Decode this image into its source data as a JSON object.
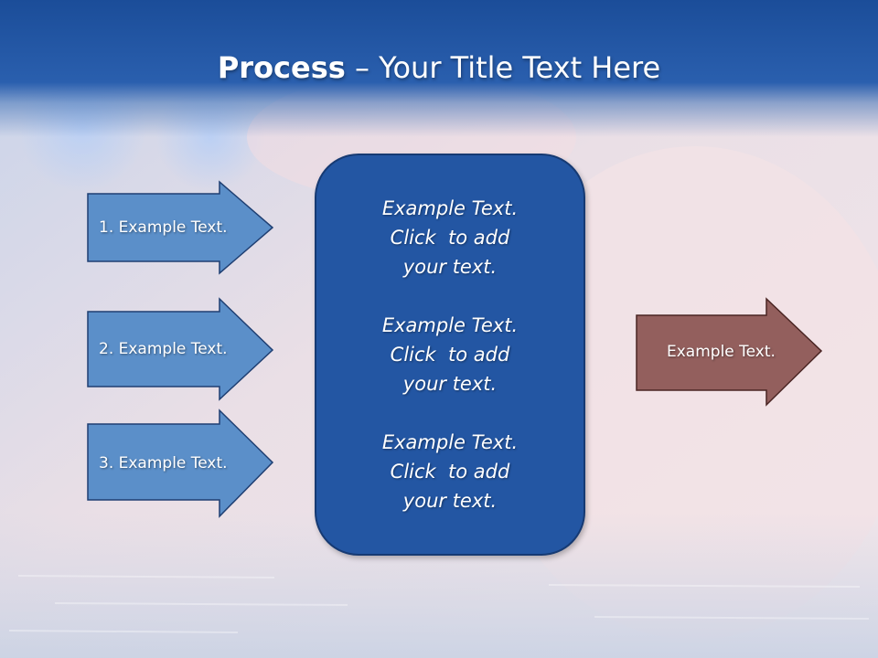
{
  "slide": {
    "title_bold": "Process",
    "title_separator": " – ",
    "title_rest": "Your Title Text Here"
  },
  "left_arrows": [
    {
      "label": "1. Example Text."
    },
    {
      "label": "2. Example Text."
    },
    {
      "label": "3. Example Text."
    }
  ],
  "center_box": {
    "blocks": [
      {
        "line1": "Example Text.",
        "line2": "Click  to add",
        "line3": "your text."
      },
      {
        "line1": "Example Text.",
        "line2": "Click  to add",
        "line3": "your text."
      },
      {
        "line1": "Example Text.",
        "line2": "Click  to add",
        "line3": "your text."
      }
    ]
  },
  "right_arrow": {
    "label": "Example Text."
  },
  "colors": {
    "title_bar": "#1b4d99",
    "left_arrow_fill": "#5b8fc9",
    "center_box_fill": "#2356a3",
    "right_arrow_fill": "#935f5d"
  }
}
